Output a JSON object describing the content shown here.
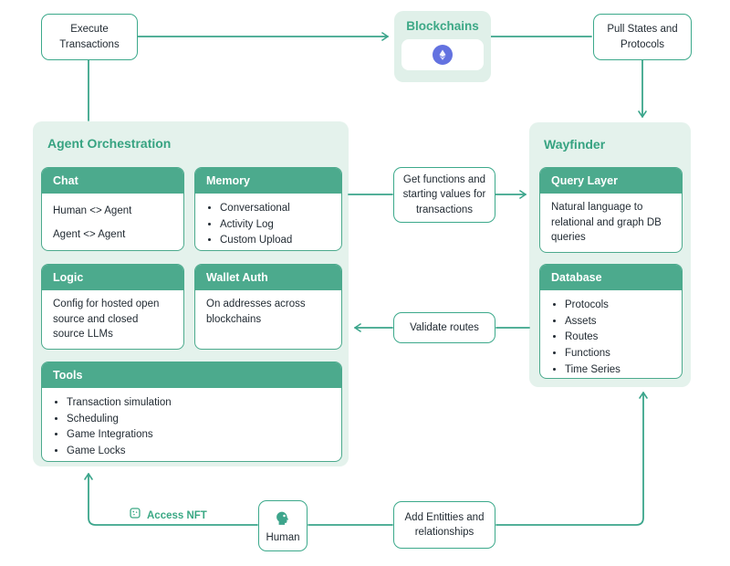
{
  "colors": {
    "connector": "#3ba58b",
    "card_header": "#4caa8d",
    "container_background": "#e4f2ec",
    "accent_text": "#36a381",
    "body_text": "#222b33",
    "ethereum_badge": "#6372e0"
  },
  "top_row": {
    "execute_transactions": {
      "label": "Execute Transactions"
    },
    "blockchains": {
      "title": "Blockchains",
      "icon": "ethereum-icon"
    },
    "pull_states": {
      "label": "Pull States and Protocols"
    }
  },
  "agent_orchestration": {
    "title": "Agent Orchestration",
    "chat": {
      "title": "Chat",
      "lines": [
        "Human <> Agent",
        "Agent <> Agent"
      ]
    },
    "memory": {
      "title": "Memory",
      "bullets": [
        "Conversational",
        "Activity Log",
        "Custom Upload"
      ]
    },
    "logic": {
      "title": "Logic",
      "text": "Config for hosted open source and closed source LLMs"
    },
    "wallet_auth": {
      "title": "Wallet Auth",
      "text": "On addresses across blockchains"
    },
    "tools": {
      "title": "Tools",
      "bullets": [
        "Transaction simulation",
        "Scheduling",
        "Game Integrations",
        "Game Locks"
      ]
    }
  },
  "wayfinder": {
    "title": "Wayfinder",
    "query_layer": {
      "title": "Query Layer",
      "text": "Natural language to relational and graph DB queries"
    },
    "database": {
      "title": "Database",
      "bullets": [
        "Protocols",
        "Assets",
        "Routes",
        "Functions",
        "Time Series"
      ]
    }
  },
  "flow_labels": {
    "get_functions": {
      "label": "Get functions and starting values for transactions"
    },
    "validate_routes": {
      "label": "Validate routes"
    },
    "add_entities": {
      "label": "Add Entitties and relationships"
    },
    "access_nft": {
      "label": "Access NFT",
      "icon": "nft-document-icon"
    },
    "human": {
      "label": "Human",
      "icon": "human-head-icon"
    }
  }
}
